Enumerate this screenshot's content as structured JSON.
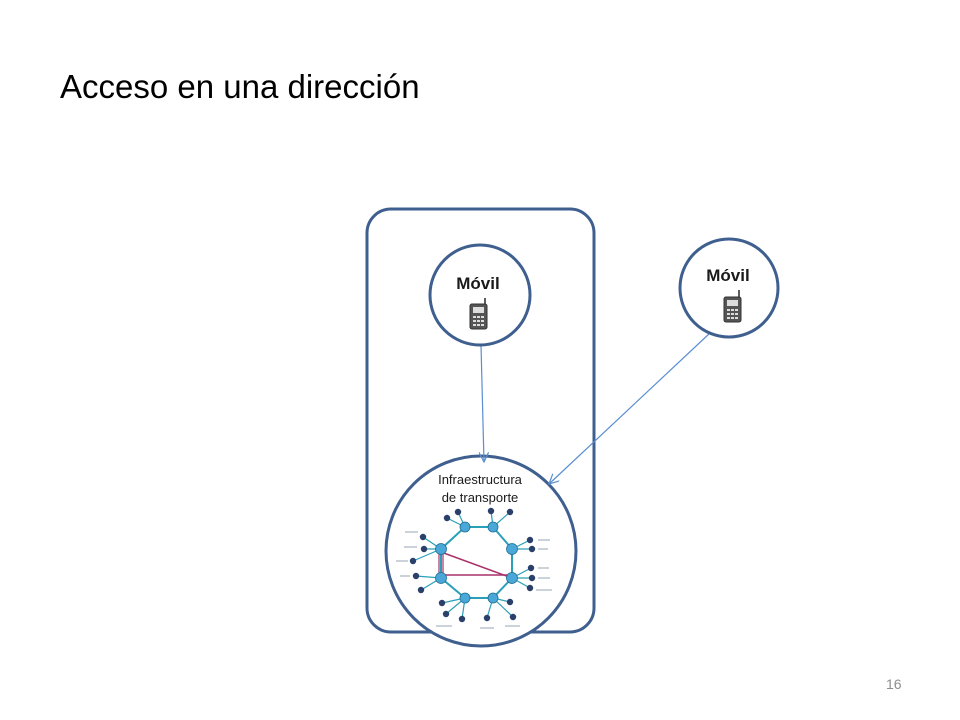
{
  "slide": {
    "title": "Acceso en una dirección",
    "page_number": "16"
  },
  "diagram": {
    "mobile_left": {
      "label": "Móvil"
    },
    "mobile_right": {
      "label": "Móvil"
    },
    "infrastructure": {
      "label_line1": "Infraestructura",
      "label_line2": "de transporte"
    },
    "colors": {
      "outline": "#3f5f8f",
      "arrow": "#5b8ed0",
      "network_line": "#2aa0b8",
      "network_node": "#4aa8d8",
      "highlight_line": "#a8326a"
    }
  }
}
